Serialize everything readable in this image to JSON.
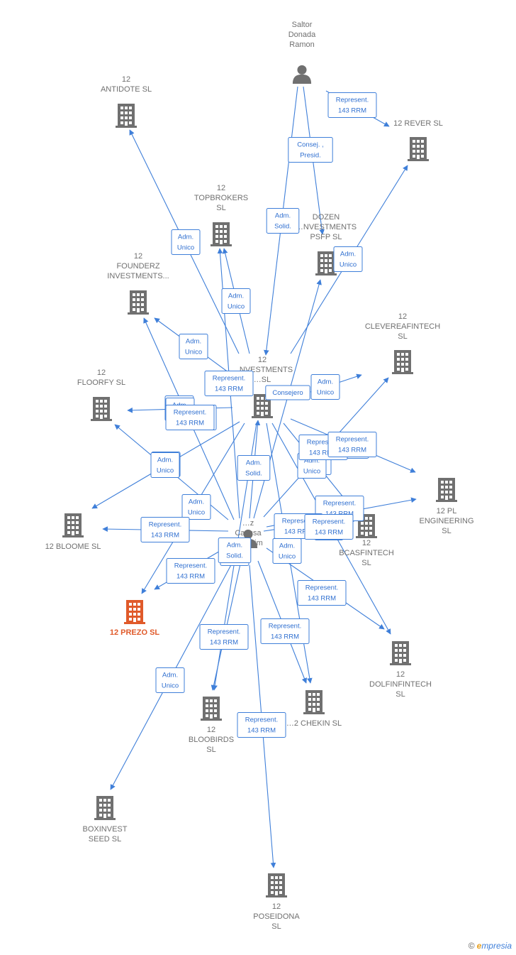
{
  "colors": {
    "edge": "#3f7fd9",
    "node": "#707070",
    "highlight": "#e05a2a",
    "label_text": "#2f6fd0"
  },
  "nodes": [
    {
      "id": "saltor",
      "kind": "person",
      "label": [
        "Saltor",
        "Donada",
        "Ramon"
      ]
    },
    {
      "id": "center_person",
      "kind": "person",
      "label": [
        "…z",
        "Caussa",
        "Joaquim"
      ]
    },
    {
      "id": "investments",
      "kind": "company",
      "label": [
        "12",
        "…NVESTMENTS",
        "…SL"
      ]
    },
    {
      "id": "antidote",
      "kind": "company",
      "label": [
        "12",
        "ANTIDOTE  SL"
      ]
    },
    {
      "id": "rever",
      "kind": "company",
      "label": [
        "12 REVER  SL"
      ]
    },
    {
      "id": "topbrokers",
      "kind": "company",
      "label": [
        "12",
        "TOPBROKERS",
        "SL"
      ]
    },
    {
      "id": "dozen",
      "kind": "company",
      "label": [
        "DOZEN",
        "…NVESTMENTS",
        "PSFP  SL"
      ]
    },
    {
      "id": "founderz",
      "kind": "company",
      "label": [
        "12",
        "FOUNDERZ",
        "INVESTMENTS..."
      ]
    },
    {
      "id": "clevereafintech",
      "kind": "company",
      "label": [
        "12",
        "CLEVEREAFINTECH",
        "SL"
      ]
    },
    {
      "id": "floorfy",
      "kind": "company",
      "label": [
        "12",
        "FLOORFY  SL"
      ]
    },
    {
      "id": "plengineering",
      "kind": "company",
      "label": [
        "12 PL",
        "ENGINEERING",
        "SL"
      ]
    },
    {
      "id": "bloome",
      "kind": "company",
      "label": [
        "12 BLOOME  SL"
      ]
    },
    {
      "id": "bcasfintech",
      "kind": "company",
      "label": [
        "12",
        "BCASFINTECH",
        "SL"
      ]
    },
    {
      "id": "prezo",
      "kind": "company",
      "highlight": true,
      "label": [
        "12 PREZO  SL"
      ]
    },
    {
      "id": "dolfinfintech",
      "kind": "company",
      "label": [
        "12",
        "DOLFINFINTECH",
        "SL"
      ]
    },
    {
      "id": "bloobirds",
      "kind": "company",
      "label": [
        "12",
        "BLOOBIRDS",
        "SL"
      ]
    },
    {
      "id": "chekin",
      "kind": "company",
      "label": [
        "…2 CHEKIN  SL"
      ]
    },
    {
      "id": "boxinvest",
      "kind": "company",
      "label": [
        "BOXINVEST",
        "SEED  SL"
      ]
    },
    {
      "id": "poseidona",
      "kind": "company",
      "label": [
        "12",
        "POSEIDONA",
        "SL"
      ]
    }
  ],
  "edges": [
    {
      "from": "saltor",
      "to": "rever",
      "label": [
        "Represent.",
        "143 RRM"
      ]
    },
    {
      "from": "saltor",
      "to": "dozen",
      "label": [
        "Consej. ,",
        "Presid."
      ]
    },
    {
      "from": "saltor",
      "to": "investments",
      "label": [
        "Adm.",
        "Solid."
      ]
    },
    {
      "from": "investments",
      "to": "antidote",
      "label": [
        "Adm.",
        "Unico"
      ]
    },
    {
      "from": "investments",
      "to": "topbrokers",
      "label": [
        "Adm.",
        "Unico"
      ]
    },
    {
      "from": "investments",
      "to": "founderz",
      "label": [
        "Adm.",
        "Unico"
      ]
    },
    {
      "from": "investments",
      "to": "rever",
      "label": [
        "Adm.",
        "Unico"
      ]
    },
    {
      "from": "investments",
      "to": "clevereafintech",
      "label": [
        "Adm.",
        "Unico"
      ]
    },
    {
      "from": "investments",
      "to": "floorfy",
      "label": [
        "Adm.",
        "Unico"
      ]
    },
    {
      "from": "investments",
      "to": "plengineering",
      "label": [
        "Adm.",
        "Unico"
      ]
    },
    {
      "from": "investments",
      "to": "bloome",
      "label": [
        "Adm.",
        "Unico"
      ]
    },
    {
      "from": "investments",
      "to": "bcasfintech",
      "label": [
        "Adm.",
        "Unico"
      ]
    },
    {
      "from": "investments",
      "to": "prezo",
      "label": [
        "Adm.",
        "Unico"
      ]
    },
    {
      "from": "investments",
      "to": "dolfinfintech",
      "label": [
        "Adm.",
        "Unico"
      ]
    },
    {
      "from": "investments",
      "to": "bloobirds",
      "label": [
        "Adm.",
        "Unico"
      ]
    },
    {
      "from": "investments",
      "to": "chekin",
      "label": [
        "Adm.",
        "Unico"
      ]
    },
    {
      "from": "center_person",
      "to": "investments",
      "label": [
        "Adm.",
        "Solid."
      ]
    },
    {
      "from": "center_person",
      "to": "topbrokers",
      "label": [
        "Represent.",
        "143 RRM"
      ]
    },
    {
      "from": "center_person",
      "to": "dozen",
      "label": [
        "Consejero"
      ]
    },
    {
      "from": "center_person",
      "to": "floorfy",
      "label": [
        "Represent.",
        "143 RRM"
      ]
    },
    {
      "from": "center_person",
      "to": "founderz",
      "label": [
        "Represent.",
        "143 RRM"
      ]
    },
    {
      "from": "center_person",
      "to": "clevereafintech",
      "label": [
        "Represent.",
        "143 RRM"
      ]
    },
    {
      "from": "center_person",
      "to": "plengineering",
      "label": [
        "Represent.",
        "143 RRM"
      ]
    },
    {
      "from": "center_person",
      "to": "bloome",
      "label": [
        "Represent.",
        "143 RRM"
      ]
    },
    {
      "from": "center_person",
      "to": "prezo",
      "label": [
        "Represent.",
        "143 RRM"
      ]
    },
    {
      "from": "center_person",
      "to": "dolfinfintech",
      "label": [
        "Represent.",
        "143 RRM"
      ]
    },
    {
      "from": "center_person",
      "to": "bloobirds",
      "label": [
        "Represent.",
        "143 RRM"
      ]
    },
    {
      "from": "center_person",
      "to": "chekin",
      "label": [
        "Represent.",
        "143 RRM"
      ]
    },
    {
      "from": "center_person",
      "to": "poseidona",
      "label": [
        "Represent.",
        "143 RRM"
      ]
    },
    {
      "from": "center_person",
      "to": "boxinvest",
      "label": [
        "Adm.",
        "Unico"
      ]
    },
    {
      "from": "center_person",
      "to": "bcasfintech",
      "label": [
        "Represent.",
        "143 RRM"
      ]
    }
  ],
  "footer": {
    "copyright": "©",
    "brand_e": "e",
    "brand_rest": "mpresia"
  }
}
